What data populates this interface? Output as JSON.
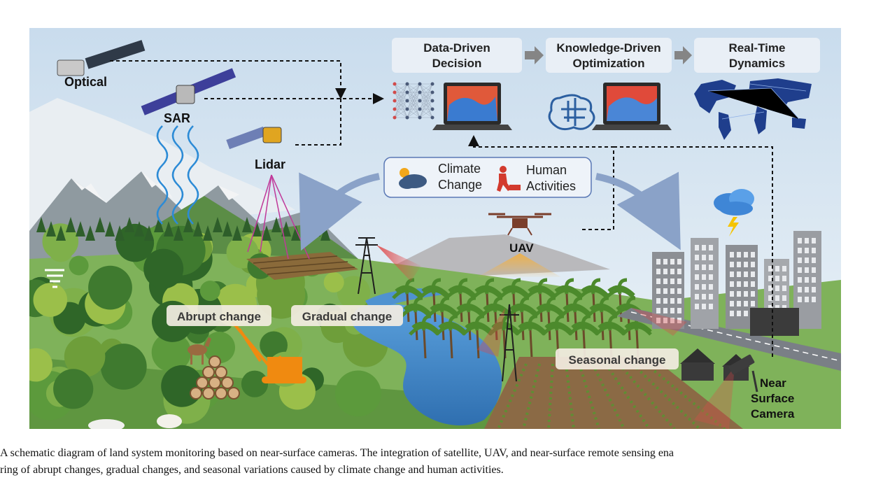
{
  "sensors": {
    "optical": "Optical",
    "sar": "SAR",
    "lidar": "Lidar",
    "uav": "UAV",
    "camera_line1": "Near",
    "camera_line2": "Surface",
    "camera_line3": "Camera"
  },
  "pipeline": {
    "step1_line1": "Data-Driven",
    "step1_line2": "Decision",
    "step2_line1": "Knowledge-Driven",
    "step2_line2": "Optimization",
    "step3_line1": "Real-Time",
    "step3_line2": "Dynamics"
  },
  "drivers": {
    "climate_line1": "Climate",
    "climate_line2": "Change",
    "human_line1": "Human",
    "human_line2": "Activities"
  },
  "changes": {
    "abrupt": "Abrupt change",
    "gradual": "Gradual change",
    "seasonal": "Seasonal change"
  },
  "caption": {
    "line1": "A schematic diagram of land system monitoring based on near-surface cameras. The integration of satellite, UAV, and near-surface remote sensing ena",
    "line2": "ring of abrupt changes, gradual changes, and seasonal variations caused by climate change and human activities."
  },
  "colors": {
    "sky": "#dde9f3",
    "forest": "#4f8a3a",
    "water": "#3f82c4",
    "beam": "#e05a5a",
    "arrow": "#8aa2c8"
  }
}
